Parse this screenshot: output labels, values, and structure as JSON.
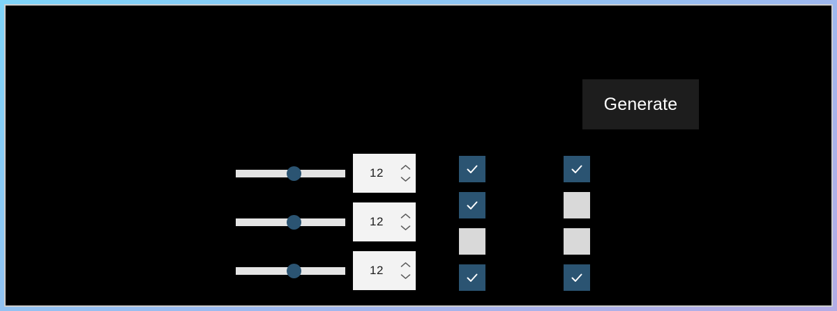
{
  "window": {
    "background_color": "#000000",
    "border_gradient_from": "#7fd4f9",
    "border_gradient_to": "#b3ace6",
    "inner_border_color": "#cfcfcf"
  },
  "theme": {
    "accent_color": "#2b5472",
    "button_bg": "#1d1d1d",
    "button_text_color": "#ffffff",
    "input_bg": "#f3f3f3",
    "track_color": "#e4e4e4",
    "checkbox_unchecked_color": "#d9d9d9"
  },
  "actions": {
    "generate_label": "Generate"
  },
  "sliders": [
    {
      "name": "slider-1",
      "value": "12",
      "percent": 54,
      "min": "0",
      "max": "100"
    },
    {
      "name": "slider-2",
      "value": "12",
      "percent": 54,
      "min": "0",
      "max": "100"
    },
    {
      "name": "slider-3",
      "value": "12",
      "percent": 54,
      "min": "0",
      "max": "100"
    }
  ],
  "checkbox_columns": [
    {
      "name": "checkbox-column-1",
      "items": [
        {
          "checked": true
        },
        {
          "checked": true
        },
        {
          "checked": false
        },
        {
          "checked": true
        }
      ]
    },
    {
      "name": "checkbox-column-2",
      "items": [
        {
          "checked": true
        },
        {
          "checked": false
        },
        {
          "checked": false
        },
        {
          "checked": true
        }
      ]
    }
  ],
  "icons": {
    "chevron_up": "chevron-up-icon",
    "chevron_down": "chevron-down-icon",
    "check": "check-icon"
  }
}
